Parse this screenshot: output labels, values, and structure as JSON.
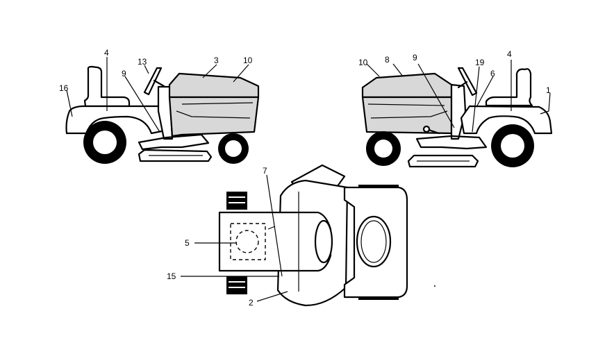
{
  "callouts": {
    "left_view": {
      "c16": "16",
      "c4": "4",
      "c13": "13",
      "c9": "9",
      "c3": "3",
      "c10": "10"
    },
    "right_view": {
      "c10": "10",
      "c8": "8",
      "c9": "9",
      "c19": "19",
      "c6": "6",
      "c4": "4",
      "c1": "1"
    },
    "top_view": {
      "c7": "7",
      "c5": "5",
      "c15": "15",
      "c2": "2"
    }
  },
  "colors": {
    "line": "#000000",
    "panel_fill": "#d8d8d8",
    "background": "#ffffff"
  }
}
